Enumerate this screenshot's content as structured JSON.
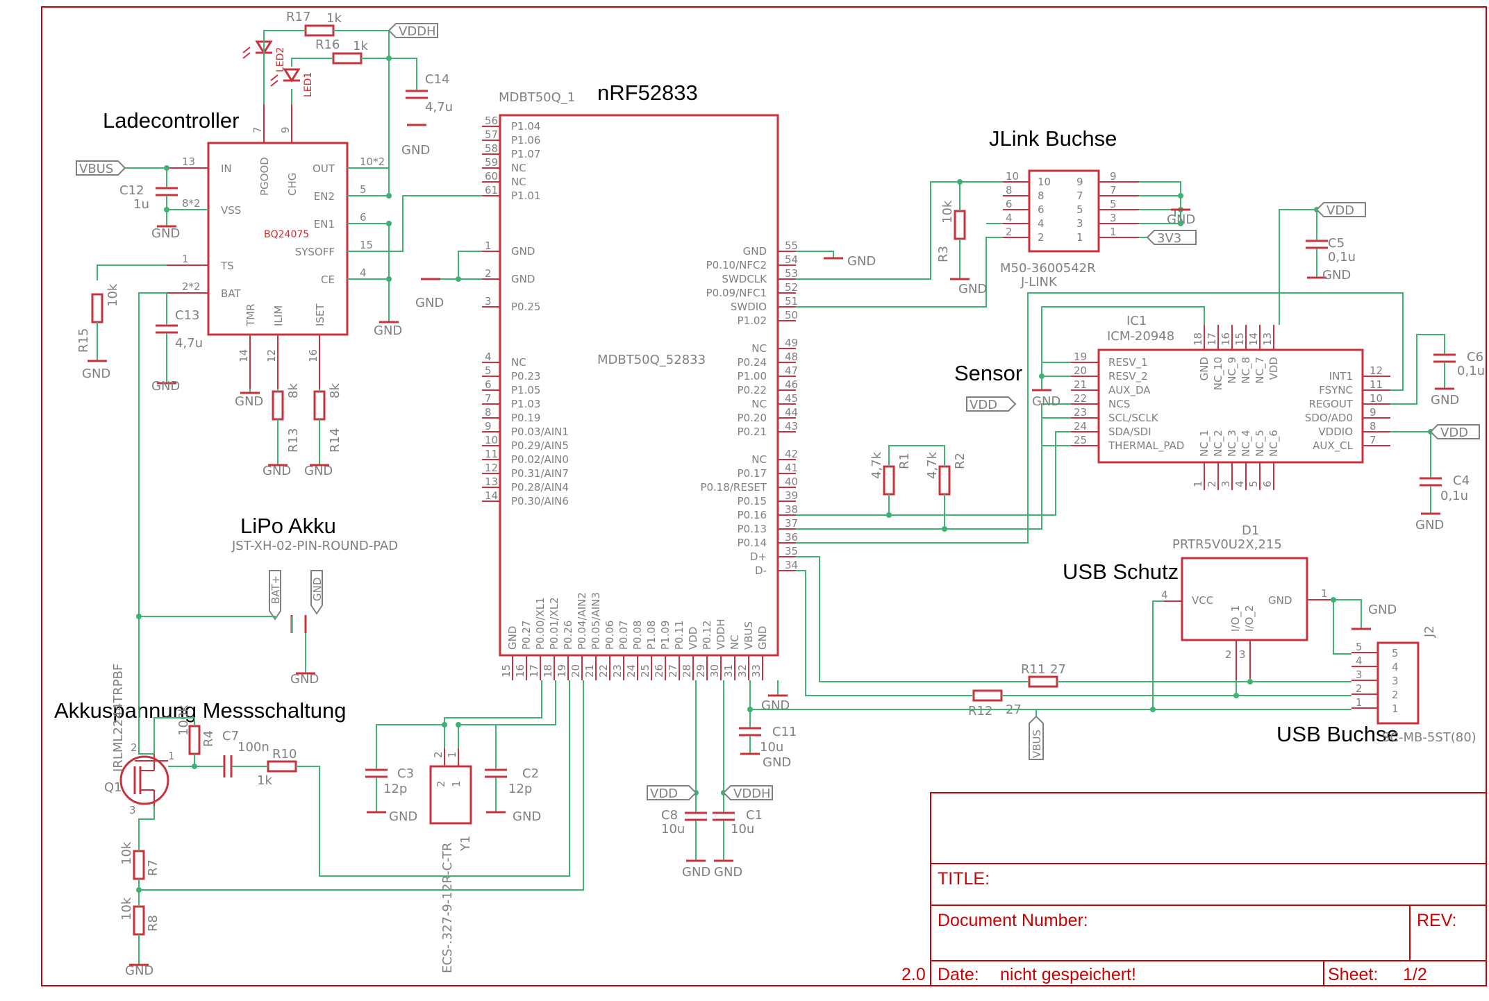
{
  "sections": {
    "charger": "Ladecontroller",
    "mcu": "nRF52833",
    "jlink": "JLink Buchse",
    "sensor": "Sensor",
    "usb_protect": "USB Schutz",
    "usb_socket": "USB Buchse",
    "battery": "LiPo Akku",
    "battery_measure": "Akkuspannung Messschaltung"
  },
  "mcu": {
    "ref": "MDBT50Q_1",
    "value": "MDBT50Q_52833",
    "left_pins_top": [
      {
        "num": "56",
        "name": "P1.04"
      },
      {
        "num": "57",
        "name": "P1.06"
      },
      {
        "num": "58",
        "name": "P1.07"
      },
      {
        "num": "59",
        "name": "NC"
      },
      {
        "num": "60",
        "name": "NC"
      },
      {
        "num": "61",
        "name": "P1.01"
      }
    ],
    "left_pins_mid": [
      {
        "num": "1",
        "name": "GND"
      },
      {
        "num": "2",
        "name": "GND"
      },
      {
        "num": "3",
        "name": "P0.25"
      }
    ],
    "left_pins_bottom": [
      {
        "num": "4",
        "name": "NC"
      },
      {
        "num": "5",
        "name": "P0.23"
      },
      {
        "num": "6",
        "name": "P1.05"
      },
      {
        "num": "7",
        "name": "P1.03"
      },
      {
        "num": "8",
        "name": "P0.19"
      },
      {
        "num": "9",
        "name": "P0.03/AIN1"
      },
      {
        "num": "10",
        "name": "P0.29/AIN5"
      },
      {
        "num": "11",
        "name": "P0.02/AIN0"
      },
      {
        "num": "12",
        "name": "P0.31/AIN7"
      },
      {
        "num": "13",
        "name": "P0.28/AIN4"
      },
      {
        "num": "14",
        "name": "P0.30/AIN6"
      }
    ],
    "right_pins_top": [
      {
        "num": "55",
        "name": "GND"
      },
      {
        "num": "54",
        "name": "P0.10/NFC2"
      },
      {
        "num": "53",
        "name": "SWDCLK"
      },
      {
        "num": "52",
        "name": "P0.09/NFC1"
      },
      {
        "num": "51",
        "name": "SWDIO"
      },
      {
        "num": "50",
        "name": "P1.02"
      }
    ],
    "right_pins_mid": [
      {
        "num": "49",
        "name": "NC"
      },
      {
        "num": "48",
        "name": "P0.24"
      },
      {
        "num": "47",
        "name": "P1.00"
      },
      {
        "num": "46",
        "name": "P0.22"
      },
      {
        "num": "45",
        "name": "NC"
      },
      {
        "num": "44",
        "name": "P0.20"
      },
      {
        "num": "43",
        "name": "P0.21"
      }
    ],
    "right_pins_bottom": [
      {
        "num": "42",
        "name": "NC"
      },
      {
        "num": "41",
        "name": "P0.17"
      },
      {
        "num": "40",
        "name": "P0.18/RESET"
      },
      {
        "num": "39",
        "name": "P0.15"
      },
      {
        "num": "38",
        "name": "P0.16"
      },
      {
        "num": "37",
        "name": "P0.13"
      },
      {
        "num": "36",
        "name": "P0.14"
      },
      {
        "num": "35",
        "name": "D+"
      },
      {
        "num": "34",
        "name": "D-"
      }
    ],
    "bottom_pins": [
      {
        "num": "15",
        "name": "GND"
      },
      {
        "num": "16",
        "name": "P0.27"
      },
      {
        "num": "17",
        "name": "P0.00/XL1"
      },
      {
        "num": "18",
        "name": "P0.01/XL2"
      },
      {
        "num": "19",
        "name": "P0.26"
      },
      {
        "num": "20",
        "name": "P0.04/AIN2"
      },
      {
        "num": "21",
        "name": "P0.05/AIN3"
      },
      {
        "num": "22",
        "name": "P0.06"
      },
      {
        "num": "23",
        "name": "P0.07"
      },
      {
        "num": "24",
        "name": "P0.08"
      },
      {
        "num": "25",
        "name": "P1.08"
      },
      {
        "num": "26",
        "name": "P1.09"
      },
      {
        "num": "27",
        "name": "P0.11"
      },
      {
        "num": "28",
        "name": "VDD"
      },
      {
        "num": "29",
        "name": "P0.12"
      },
      {
        "num": "30",
        "name": "VDDH"
      },
      {
        "num": "31",
        "name": "NC"
      },
      {
        "num": "32",
        "name": "VBUS"
      },
      {
        "num": "33",
        "name": "GND"
      }
    ]
  },
  "charger": {
    "value": "BQ24075",
    "left_pins": [
      {
        "num": "13",
        "name": "IN"
      },
      {
        "num": "8*2",
        "name": "VSS"
      },
      {
        "num": "1",
        "name": "TS"
      },
      {
        "num": "2*2",
        "name": "BAT"
      }
    ],
    "right_pins": [
      {
        "num": "10*2",
        "name": "OUT"
      },
      {
        "num": "5",
        "name": "EN2"
      },
      {
        "num": "6",
        "name": "EN1"
      },
      {
        "num": "15",
        "name": "SYSOFF"
      },
      {
        "num": "4",
        "name": "CE"
      }
    ],
    "top_pins": [
      {
        "num": "7",
        "name": "PGOOD"
      },
      {
        "num": "9",
        "name": "CHG"
      }
    ],
    "bottom_pins": [
      {
        "num": "14",
        "name": "TMR"
      },
      {
        "num": "12",
        "name": "ILIM"
      },
      {
        "num": "16",
        "name": "ISET"
      }
    ]
  },
  "jlink": {
    "value": "M50-3600542R",
    "ref": "J-LINK",
    "left_pins": [
      "10",
      "8",
      "6",
      "4",
      "2"
    ],
    "right_pins": [
      "9",
      "7",
      "5",
      "3",
      "1"
    ]
  },
  "sensor": {
    "ref": "IC1",
    "value": "ICM-20948",
    "left_pins": [
      {
        "num": "19",
        "name": "RESV_1"
      },
      {
        "num": "20",
        "name": "RESV_2"
      },
      {
        "num": "21",
        "name": "AUX_DA"
      },
      {
        "num": "22",
        "name": "NCS"
      },
      {
        "num": "23",
        "name": "SCL/SCLK"
      },
      {
        "num": "24",
        "name": "SDA/SDI"
      },
      {
        "num": "25",
        "name": "THERMAL_PAD"
      }
    ],
    "right_pins": [
      {
        "num": "12",
        "name": "INT1"
      },
      {
        "num": "11",
        "name": "FSYNC"
      },
      {
        "num": "10",
        "name": "REGOUT"
      },
      {
        "num": "9",
        "name": "SDO/AD0"
      },
      {
        "num": "8",
        "name": "VDDIO"
      },
      {
        "num": "7",
        "name": "AUX_CL"
      }
    ],
    "top_pins": [
      {
        "num": "18",
        "name": "GND"
      },
      {
        "num": "17",
        "name": "NC_10"
      },
      {
        "num": "16",
        "name": "NC_9"
      },
      {
        "num": "15",
        "name": "NC_8"
      },
      {
        "num": "14",
        "name": "NC_7"
      },
      {
        "num": "13",
        "name": "VDD"
      }
    ],
    "bottom_pins": [
      {
        "num": "1",
        "name": "NC_1"
      },
      {
        "num": "2",
        "name": "NC_2"
      },
      {
        "num": "3",
        "name": "NC_3"
      },
      {
        "num": "4",
        "name": "NC_4"
      },
      {
        "num": "5",
        "name": "NC_5"
      },
      {
        "num": "6",
        "name": "NC_6"
      }
    ]
  },
  "usb_protect": {
    "ref": "D1",
    "value": "PRTR5V0U2X,215",
    "pins": {
      "vcc_num": "4",
      "vcc": "VCC",
      "gnd_num": "1",
      "gnd": "GND",
      "io1": "I/O_1",
      "io2": "I/O_2",
      "io1_num": "2",
      "io2_num": "3"
    }
  },
  "usb_conn": {
    "ref": "J2",
    "value": "UX60SC-MB-5ST(80)",
    "value_visible": "SC-MB-5ST(80)",
    "pins": [
      "5",
      "4",
      "3",
      "2",
      "1"
    ]
  },
  "battery": {
    "value": "JST-XH-02-PIN-ROUND-PAD",
    "flag_bat": "BAT+",
    "flag_gnd": "GND"
  },
  "crystal": {
    "ref": "Y1",
    "value": "ECS-.327-9-12R-C-TR",
    "pins": [
      "2",
      "1"
    ]
  },
  "mosfet": {
    "ref": "Q1",
    "value": "IRLML2244TRPBF",
    "value_visible": "IRLML2244TRPBF",
    "pins": [
      "2",
      "1",
      "3"
    ]
  },
  "components": {
    "R17": {
      "ref": "R17",
      "value": "1k"
    },
    "R16": {
      "ref": "R16",
      "value": "1k"
    },
    "LED2": {
      "ref": "LED2"
    },
    "LED1": {
      "ref": "LED1"
    },
    "C14": {
      "ref": "C14",
      "value": "4,7u"
    },
    "C12": {
      "ref": "C12",
      "value": "1u"
    },
    "C13": {
      "ref": "C13",
      "value": "4,7u"
    },
    "R15": {
      "ref": "R15",
      "value": "10k"
    },
    "R13": {
      "ref": "R13",
      "value": "8k"
    },
    "R14": {
      "ref": "R14",
      "value": "8k"
    },
    "R3": {
      "ref": "R3",
      "value": "10k"
    },
    "C5": {
      "ref": "C5",
      "value": "0,1u"
    },
    "C6": {
      "ref": "C6",
      "value": "0,1u"
    },
    "C4": {
      "ref": "C4",
      "value": "0,1u"
    },
    "R1": {
      "ref": "R1",
      "value": "4,7k"
    },
    "R2": {
      "ref": "R2",
      "value": "4,7k"
    },
    "R11": {
      "ref": "R11",
      "value": "27"
    },
    "R12": {
      "ref": "R12",
      "value": "27"
    },
    "C11": {
      "ref": "C11",
      "value": "10u"
    },
    "C8": {
      "ref": "C8",
      "value": "10u"
    },
    "C1": {
      "ref": "C1",
      "value": "10u"
    },
    "C3": {
      "ref": "C3",
      "value": "12p"
    },
    "C2": {
      "ref": "C2",
      "value": "12p"
    },
    "R4": {
      "ref": "R4",
      "value": "100k"
    },
    "C7": {
      "ref": "C7",
      "value": "100n"
    },
    "R10": {
      "ref": "R10",
      "value": "1k"
    },
    "R7": {
      "ref": "R7",
      "value": "10k"
    },
    "R8": {
      "ref": "R8",
      "value": "10k"
    }
  },
  "power": {
    "vddh": "VDDH",
    "vdd": "VDD",
    "vbus": "VBUS",
    "v3v3": "3V3",
    "gnd": "GND"
  },
  "title_block": {
    "title_label": "TITLE:",
    "docnum_label": "Document Number:",
    "rev_label": "REV:",
    "version": "2.0",
    "date_label": "Date:",
    "date_value": "nicht gespeichert!",
    "sheet_label": "Sheet:",
    "sheet_value": "1/2"
  },
  "colors": {
    "symbol": "#c8323c",
    "net": "#3cb371",
    "text": "#808080",
    "frame": "#cc0000"
  }
}
